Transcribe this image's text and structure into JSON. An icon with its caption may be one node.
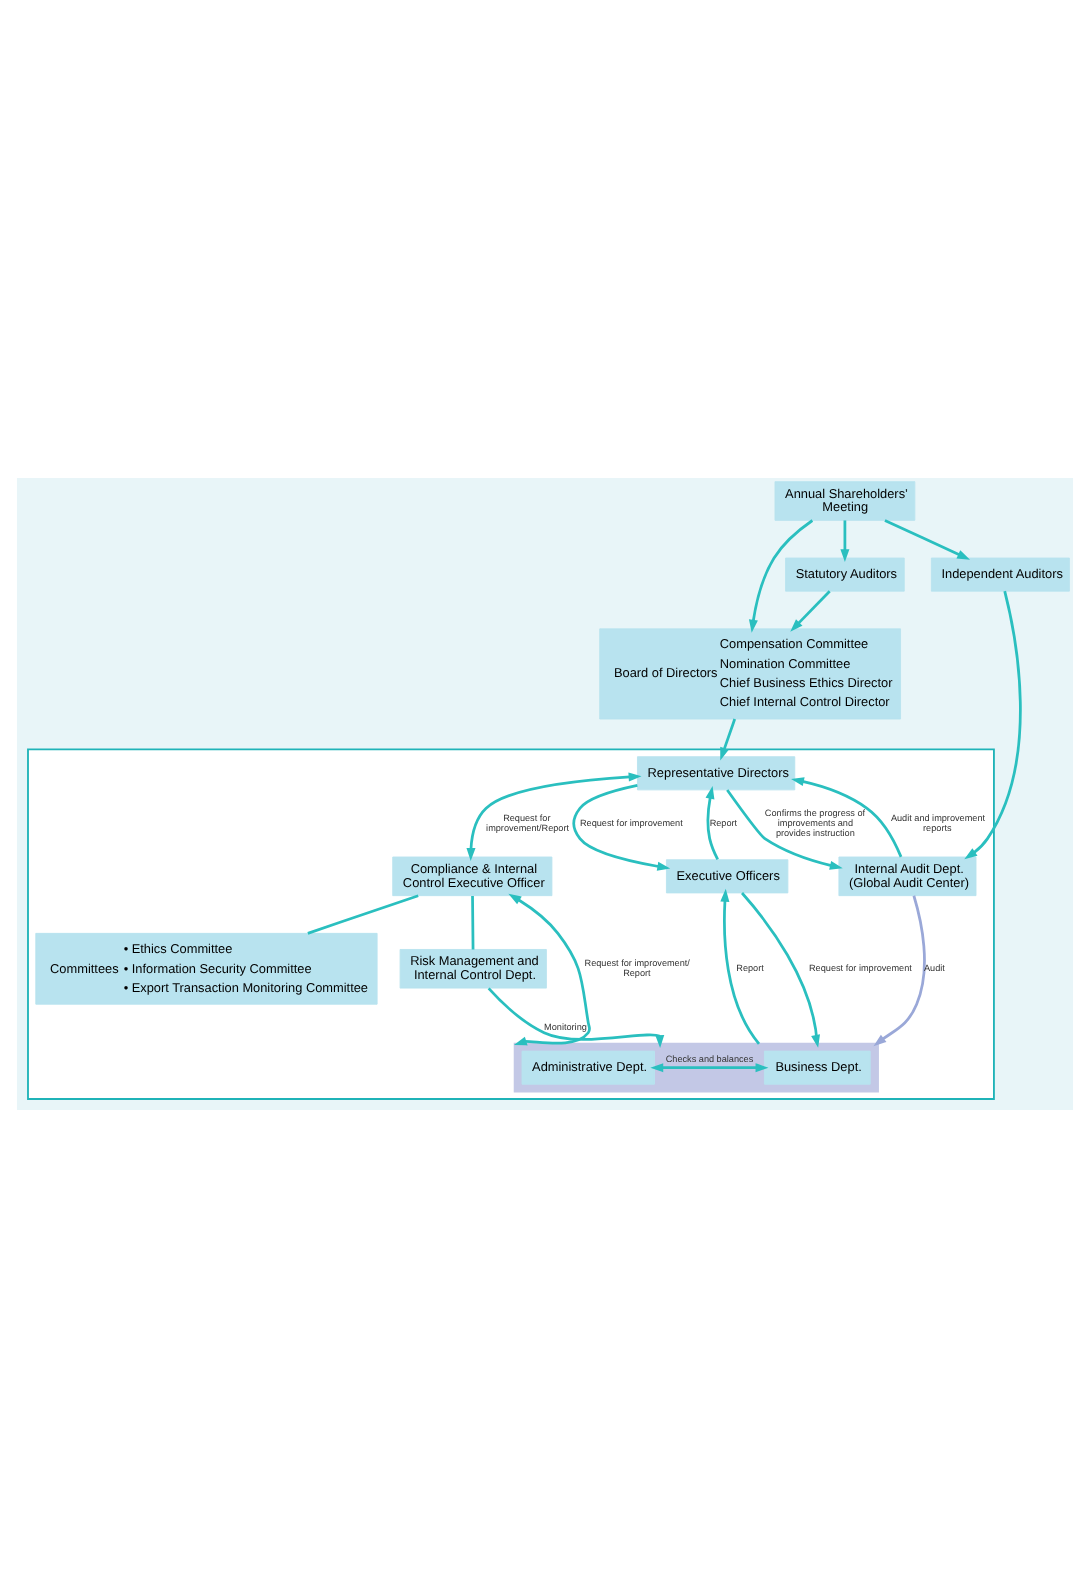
{
  "diagram": {
    "nodes": [
      {
        "text": [
          "Annual Shareholders’ Meeting"
        ]
      },
      {
        "text": [
          "Board of Directors",
          "Compensation Committee",
          "Nomination Committee",
          "Chief Business Ethics Director",
          "Chief Internal Control Director"
        ]
      },
      {
        "text": [
          "Statutory Auditors"
        ]
      },
      {
        "text": [
          "Independent Auditors"
        ]
      },
      {
        "text": [],
        "shape": "box"
      },
      {
        "text": [
          "Representative Directors"
        ],
        "in": 4
      },
      {
        "text": [
          "Compliance & Internal Control Executive Officer"
        ],
        "in": 4
      },
      {
        "text": [
          "Executive Officers"
        ],
        "in": 4
      },
      {
        "text": [
          "Internal Audit Dept. (Global Audit Center)"
        ],
        "in": 4
      },
      {
        "text": [
          "Committees",
          "• Ethics Committee",
          "• Information Security Committee",
          "• Export Transaction Monitoring Committee"
        ],
        "in": 4
      },
      {
        "text": [
          "Risk Management and Internal Control Dept."
        ],
        "in": 4
      },
      {
        "text": [],
        "shape": "bar",
        "in": 4
      },
      {
        "text": [
          "Administrative Dept."
        ],
        "in": 11
      },
      {
        "text": [
          "Business Dept."
        ],
        "in": 11
      }
    ],
    "edges": [
      {
        "from": 0,
        "to": 1,
        "arrow": "to"
      },
      {
        "from": 0,
        "to": 2,
        "arrow": "to"
      },
      {
        "from": 0,
        "to": 3,
        "arrow": "to"
      },
      {
        "from": 2,
        "to": 1,
        "arrow": "to"
      },
      {
        "from": 3,
        "to": 8,
        "arrow": "to"
      },
      {
        "from": 1,
        "to": 5,
        "arrow": "to"
      },
      {
        "from": 5,
        "to": 6,
        "arrow": "both",
        "label": "Request for improvement/Report"
      },
      {
        "from": 5,
        "to": 7,
        "arrow": "to",
        "label": "Request for improvement"
      },
      {
        "from": 7,
        "to": 5,
        "arrow": "to",
        "label": "Report"
      },
      {
        "from": 5,
        "to": 8,
        "arrow": "to",
        "label": "Confirms the progress of improvements and provides instruction"
      },
      {
        "from": 8,
        "to": 5,
        "arrow": "to",
        "label": "Audit and improvement reports"
      },
      {
        "from": 6,
        "to": 11,
        "arrow": "both",
        "label": "Request for improvement/ Report"
      },
      {
        "from": 9,
        "to": 6,
        "arrow": "none"
      },
      {
        "from": 10,
        "to": 6,
        "arrow": "none"
      },
      {
        "from": 10,
        "to": 11,
        "arrow": "to",
        "label": "Monitoring"
      },
      {
        "from": 11,
        "to": 7,
        "arrow": "to",
        "label": "Report"
      },
      {
        "from": 7,
        "to": 11,
        "arrow": "to",
        "label": "Request for improvement"
      },
      {
        "from": 8,
        "to": 11,
        "arrow": "to",
        "label": "Audit",
        "color": "#9aa8d8"
      },
      {
        "from": 12,
        "to": 13,
        "arrow": "both",
        "label": "Checks and balances"
      }
    ]
  }
}
